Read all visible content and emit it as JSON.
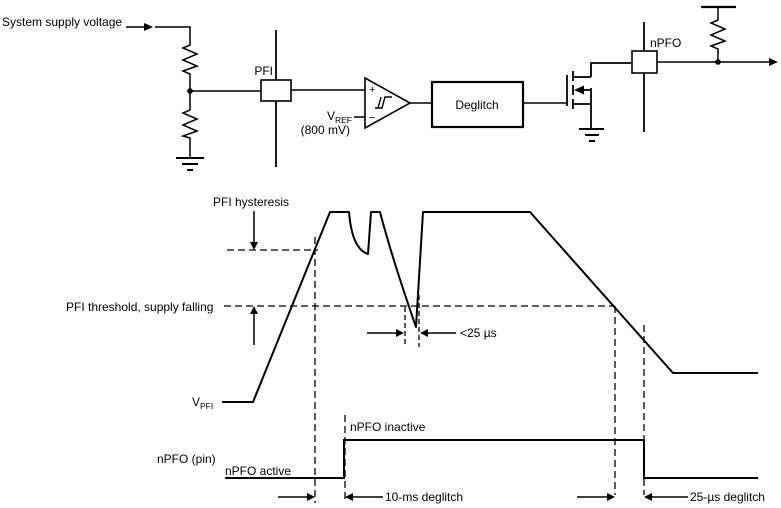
{
  "schematic": {
    "supply_label": "System supply voltage",
    "pfi_label": "PFI",
    "npfo_label": "nPFO",
    "deglitch_label": "Deglitch",
    "comparator": {
      "plus": "+",
      "minus": "−",
      "vref_symbol": "V",
      "vref_sub": "REF",
      "vref_value": "(800 mV)"
    }
  },
  "timing": {
    "hysteresis_label": "PFI hysteresis",
    "threshold_label": "PFI threshold, supply falling",
    "vpfi_symbol": "V",
    "vpfi_sub": "PFI",
    "npfo_pin_label": "nPFO (pin)",
    "npfo_active": "nPFO active",
    "npfo_inactive": "nPFO inactive",
    "glitch_width": "<25 µs",
    "deglitch_10ms": "10-ms deglitch",
    "deglitch_25us": "25-µs deglitch"
  },
  "colors": {
    "ink": "#000000",
    "bg": "#ffffff"
  }
}
